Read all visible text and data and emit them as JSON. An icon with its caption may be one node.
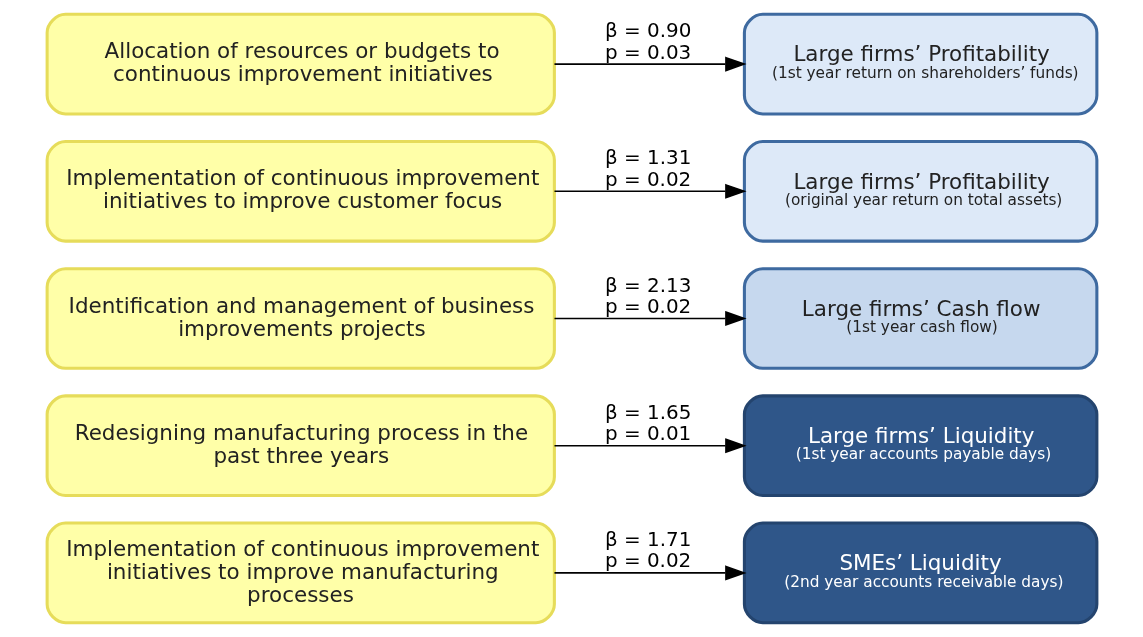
{
  "diagram": {
    "nodes": [
      {
        "text": [
          "Implementation of continuous improvement initiatives to improve manufacturing processes"
        ]
      },
      {
        "text": [
          "Redesigning manufacturing process in the past three years"
        ]
      },
      {
        "text": [
          "Identification and management of business improvements projects"
        ]
      },
      {
        "text": [
          "Implementation of continuous improvement initiatives to improve customer focus"
        ]
      },
      {
        "text": [
          "Allocation of resources or budgets to continuous improvement initiatives"
        ]
      },
      {
        "text": [
          "SMEs’ Liquidity",
          "(2nd year accounts receivable days)"
        ]
      },
      {
        "text": [
          "Large firms’ Liquidity",
          "(1st year accounts payable days)"
        ]
      },
      {
        "text": [
          "Large firms’ Cash flow",
          "(1st year cash flow)"
        ]
      },
      {
        "text": [
          "Large firms’ Profitability",
          "(original year return on total assets)"
        ]
      },
      {
        "text": [
          "Large firms’ Profitability",
          "(1st year return on shareholders’ funds)"
        ]
      }
    ],
    "edges": [
      {
        "from": 0,
        "to": 5,
        "arrow": "to",
        "label": "β = 1.71 p = 0.02"
      },
      {
        "from": 1,
        "to": 6,
        "arrow": "to",
        "label": "β = 1.65 p = 0.01"
      },
      {
        "from": 2,
        "to": 7,
        "arrow": "to",
        "label": "β = 2.13 p = 0.02"
      },
      {
        "from": 3,
        "to": 8,
        "arrow": "to",
        "label": "β = 1.31 p = 0.02"
      },
      {
        "from": 4,
        "to": 9,
        "arrow": "to",
        "label": "β = 0.90 p = 0.03"
      }
    ]
  }
}
